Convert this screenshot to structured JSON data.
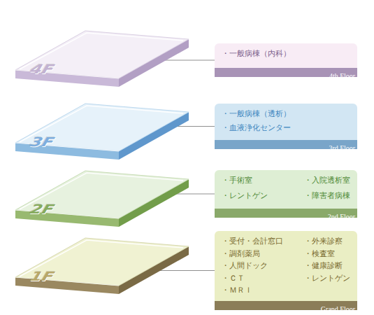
{
  "diagram": {
    "nodes": [
      {
        "text": [
          "4F"
        ]
      },
      {
        "text": [
          "・一般病棟（内科）"
        ]
      },
      {
        "text": [
          "4th Floor"
        ],
        "in": 1
      },
      {
        "text": [
          "3F"
        ]
      },
      {
        "text": [
          "・一般病棟（透析）",
          "・血液浄化センター"
        ]
      },
      {
        "text": [
          "3rd Floor"
        ],
        "in": 4
      },
      {
        "text": [
          "2F"
        ]
      },
      {
        "text": [
          "・手術室",
          "・入院透析室",
          "・レントゲン",
          "・障害者病棟"
        ]
      },
      {
        "text": [
          "2nd Floor"
        ],
        "in": 7
      },
      {
        "text": [
          "1F"
        ]
      },
      {
        "text": [
          "・受付・会計窓口",
          "・外来診察",
          "・調剤薬局",
          "・検査室",
          "・人間ドック",
          "・健康診断",
          "・ＣＴ",
          "・レントゲン",
          "・ＭＲＩ"
        ]
      },
      {
        "text": [
          "Grand Floor"
        ],
        "in": 10
      }
    ],
    "edges": [
      {
        "from": 0,
        "to": 1,
        "arrow": "none"
      },
      {
        "from": 3,
        "to": 4,
        "arrow": "none"
      },
      {
        "from": 6,
        "to": 7,
        "arrow": "none"
      },
      {
        "from": 9,
        "to": 10,
        "arrow": "none"
      }
    ]
  }
}
